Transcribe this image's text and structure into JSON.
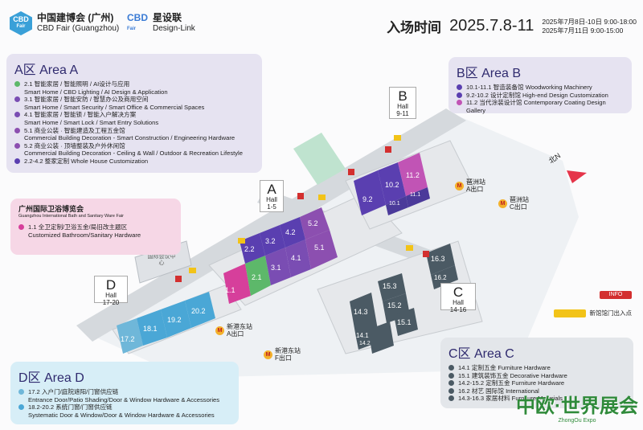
{
  "header": {
    "cbd_logo": "CBD",
    "cbd_logo_sub": "Fair",
    "cbd_title_cn": "中国建博会 (广州)",
    "cbd_title_en": "CBD Fair (Guangzhou)",
    "link_logo": "CBD",
    "link_logo_sub": "Fair",
    "link_title_cn": "星设联",
    "link_title_en": "Design-Link",
    "entry_label": "入场时间",
    "entry_range": "2025.7.8-11",
    "entry_detail_1": "2025年7月8日-10日 9:00-18:00",
    "entry_detail_2": "2025年7月11日 9:00-15:00"
  },
  "area_a": {
    "title": "A区 Area A",
    "items": [
      {
        "cn": "2.1 智能家居 / 智能照明 / AI设计与应用",
        "en": "Smart Home / CBD Lighting / AI Design & Application",
        "color": "#5db86a"
      },
      {
        "cn": "3.1 智能家居 / 智能安防 / 智慧办公及商用空间",
        "en": "Smart Home / Smart Security / Smart Office & Commercial Spaces",
        "color": "#7a4db3"
      },
      {
        "cn": "4.1 智能家居 / 智能锁 / 智能入户解决方案",
        "en": "Smart Home / Smart Lock / Smart Entry Solutions",
        "color": "#7a4db3"
      },
      {
        "cn": "5.1 商业公装 · 智能建造及工程五金馆",
        "en": "Commercial Building Decoration - Smart Construction / Engineering Hardware",
        "color": "#8c4fb0"
      },
      {
        "cn": "5.2 商业公装 · 顶墙整装及户外休闲馆",
        "en": "Commercial Building Decoration - Ceiling & Wall / Outdoor & Recreation Lifestyle",
        "color": "#8c4fb0"
      },
      {
        "cn": "2.2-4.2 整家定制 Whole House Customization",
        "en": "",
        "color": "#5a3fb0"
      }
    ]
  },
  "area_b": {
    "title": "B区 Area B",
    "items": [
      {
        "cn": "10.1-11.1 智造装备馆 Woodworking Machinery",
        "color": "#5a3fb0"
      },
      {
        "cn": "9.2-10.2 设计定制馆 High-end Design Customization",
        "color": "#5a3fb0"
      },
      {
        "cn": "11.2 当代涂装设计馆 Contemporary Coating Design Gallery",
        "color": "#c154b5"
      }
    ]
  },
  "bath": {
    "title_cn": "广州国际卫浴博览会",
    "title_en": "Guangzhou International Bath and Sanitary Ware Fair",
    "item_cn": "1.1 全卫定制/卫浴五金/局旧改主题区",
    "item_en": "Customized Bathroom/Sanitary Hardware",
    "color": "#d63f9b"
  },
  "area_d": {
    "title": "D区 Area D",
    "items": [
      {
        "cn": "17.2 入户门/庭院遮阳/门窗供应链",
        "en": "Entrance Door/Patio Shading/Door & Window Hardware & Accessories",
        "color": "#6fb7d9"
      },
      {
        "cn": "18.2-20.2 系统门窗/门窗供应链",
        "en": "Systematic Door & Window/Door & Window Hardware & Accessories",
        "color": "#4aa7d6"
      }
    ]
  },
  "area_c": {
    "title": "C区 Area C",
    "items": [
      {
        "cn": "14.1 定制五金 Furniture Hardware"
      },
      {
        "cn": "15.1 建筑装饰五金 Decorative Hardware"
      },
      {
        "cn": "14.2-15.2 定制五金 Furniture Hardware"
      },
      {
        "cn": "16.2 材艺 国际馆 International"
      },
      {
        "cn": "14.3-16.3 家居材料 Furniture Materials"
      }
    ]
  },
  "halls": {
    "a": [
      "1.1",
      "2.1",
      "2.2",
      "3.1",
      "3.2",
      "4.1",
      "4.2",
      "5.1",
      "5.2"
    ],
    "b": [
      "9.2",
      "10.1",
      "10.2",
      "11.1",
      "11.2"
    ],
    "c": [
      "14.1",
      "14.2",
      "14.3",
      "15.1",
      "15.2",
      "15.3",
      "16.2",
      "16.3"
    ],
    "d": [
      "17.2",
      "18.1",
      "19.2",
      "20.2"
    ]
  },
  "tags": {
    "a": {
      "letter": "A",
      "hall": "Hall",
      "range": "1-5"
    },
    "b": {
      "letter": "B",
      "hall": "Hall",
      "range": "9-11"
    },
    "c": {
      "letter": "C",
      "hall": "Hall",
      "range": "14-16"
    },
    "d": {
      "letter": "D",
      "hall": "Hall",
      "range": "17-20"
    }
  },
  "metro": {
    "pazhou_a": {
      "name": "琶洲站",
      "exit": "A出口"
    },
    "pazhou_c": {
      "name": "琶洲站",
      "exit": "C出口"
    },
    "xingang_a": {
      "name": "新港东站",
      "exit": "A出口"
    },
    "xingang_f": {
      "name": "新港东站",
      "exit": "F出口"
    }
  },
  "conference_label": "国际会议中心",
  "north": "北N",
  "legend": {
    "info": "INFO",
    "entrance": "新馆馆门出入点"
  },
  "brand": "中欧·世界展会",
  "brand_sub": "ZhongOu Expo",
  "colors": {
    "info": "#d32f2f",
    "entrance": "#f2c318",
    "grey_hall": "#4b5a64"
  }
}
